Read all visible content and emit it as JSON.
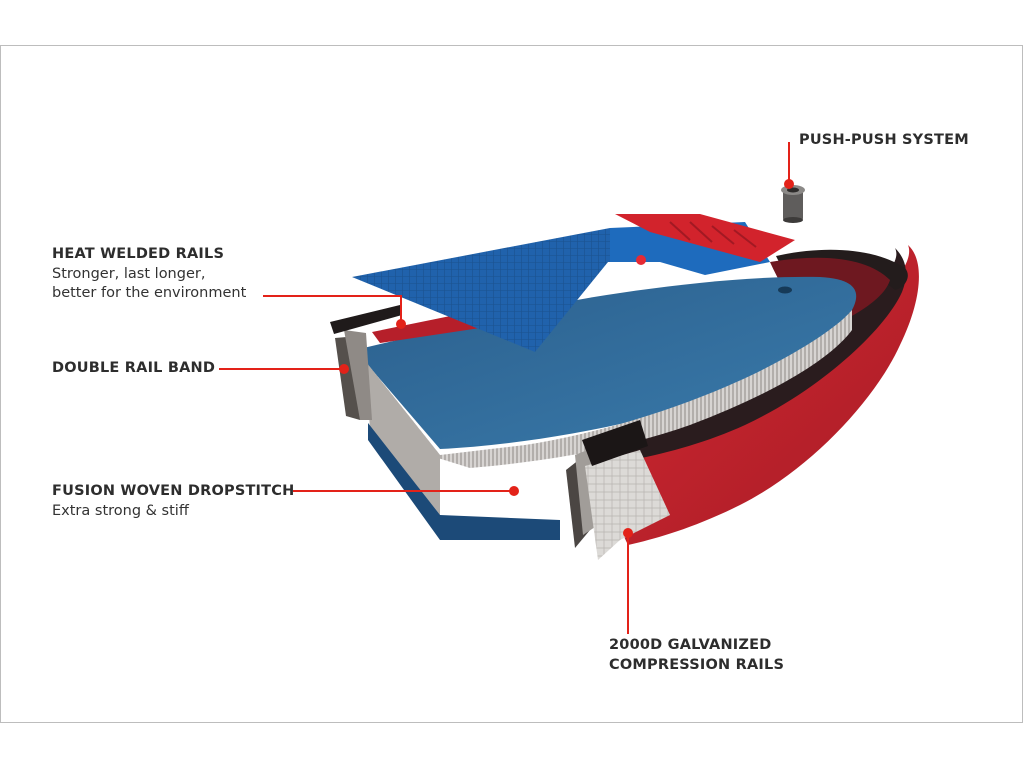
{
  "colors": {
    "leader": "#e32219",
    "deck_blue": "#1f5fa8",
    "core_blue": "#2f6a96",
    "rail_red": "#c4212c",
    "rail_dark": "#2b1f20",
    "mesh_grey": "#d9d6d2",
    "text": "#2d2d2d"
  },
  "callouts": {
    "push": {
      "title": "PUSH-PUSH SYSTEM"
    },
    "heat": {
      "title": "HEAT WELDED RAILS",
      "line1": "Stronger, last longer,",
      "line2": "better for the environment"
    },
    "double": {
      "title": "DOUBLE RAIL BAND"
    },
    "fusion": {
      "title": "FUSION WOVEN DROPSTITCH",
      "line1": "Extra strong & stiff"
    },
    "rails": {
      "line1": "2000D GALVANIZED",
      "line2": "COMPRESSION RAILS"
    }
  }
}
